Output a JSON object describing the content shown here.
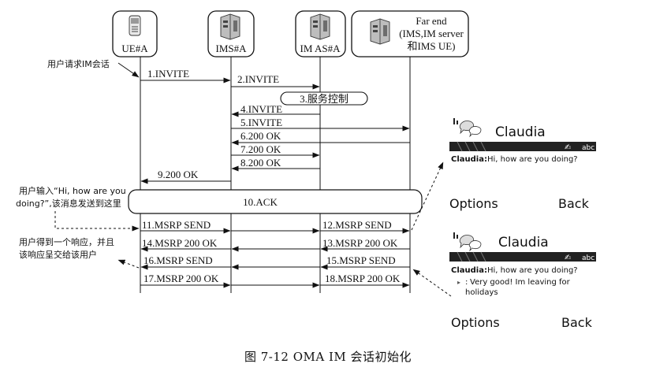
{
  "entities": [
    {
      "id": "ue",
      "name": "UE#A"
    },
    {
      "id": "ims",
      "name": "IMS#A"
    },
    {
      "id": "imas",
      "name": "IM AS#A"
    },
    {
      "id": "far",
      "name": "Far end",
      "sub1": "(IMS,IM server",
      "sub2": "和IMS UE)"
    }
  ],
  "messages": {
    "m1": "1.INVITE",
    "m2": "2.INVITE",
    "m3": "3.服务控制",
    "m4": "4.INVITE",
    "m5": "5.INVITE",
    "m6": "6.200 OK",
    "m7": "7.200 OK",
    "m8": "8.200 OK",
    "m9": "9.200 OK",
    "m10": "10.ACK",
    "m11": "11.MSRP SEND",
    "m12": "12.MSRP SEND",
    "m13": "13.MSRP 200 OK",
    "m14": "14.MSRP 200 OK",
    "m15": "15.MSRP SEND",
    "m16": "16.MSRP SEND",
    "m17": "17.MSRP 200 OK",
    "m18": "18.MSRP 200 OK"
  },
  "annotations": {
    "a1": "用户请求IM会话",
    "a2_l1": "用户输入“Hi, how are you",
    "a2_l2": "doing?”,该消息发送到这里",
    "a3_l1": "用户得到一个响应，并且",
    "a3_l2": "该响应呈交给该用户"
  },
  "phone1": {
    "contact": "Claudia",
    "status_right": "abc",
    "sender": "Claudia:",
    "message": "Hi, how are you doing?",
    "left_soft": "Options",
    "right_soft": "Back"
  },
  "phone2": {
    "contact": "Claudia",
    "status_right": "abc",
    "sender": "Claudia:",
    "message": "Hi, how are you doing?",
    "reply_prefix": ":",
    "reply_l1": "Very good! Im leaving for",
    "reply_l2": "holidays",
    "left_soft": "Options",
    "right_soft": "Back"
  },
  "caption": "图 7-12    OMA IM 会话初始化"
}
